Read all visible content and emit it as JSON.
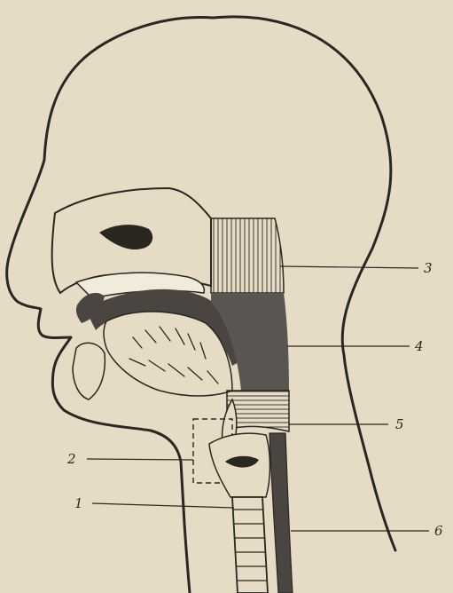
{
  "colors": {
    "paper": "#e6dcc6",
    "ink": "#2a2620",
    "dark_fill": "#4a4540",
    "mid_fill": "#5a5550",
    "light_fill": "#f1ebdc"
  },
  "labels": {
    "l1": "1",
    "l2": "2",
    "l3": "3",
    "l4": "4",
    "l5": "5",
    "l6": "6"
  }
}
